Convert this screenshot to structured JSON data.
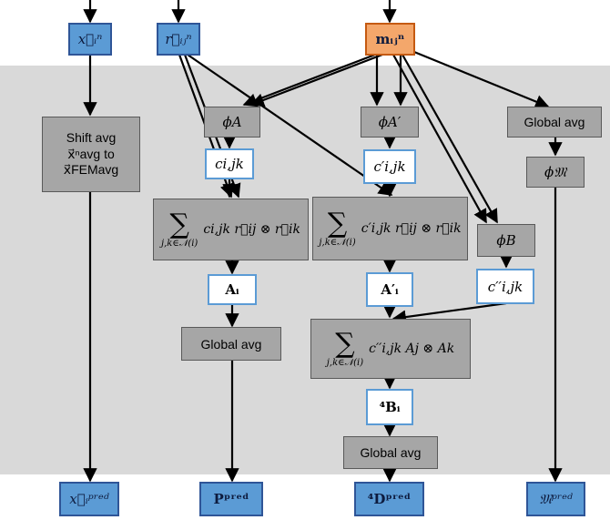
{
  "inputs": {
    "position": "x⃗ᵢⁿ",
    "relative_position": "r⃗ᵢⱼⁿ",
    "material": "mᵢⱼⁿ"
  },
  "blocks": {
    "shift_avg": {
      "line1": "Shift avg",
      "line2": "x⃗ⁿavg to",
      "line3": "x⃗FEMavg"
    },
    "phi_a": "ϕA",
    "phi_a_prime": "ϕA′",
    "phi_b": "ϕB",
    "phi_frak": "ϕ𝔐",
    "global_avg_top": "Global avg",
    "global_avg_left": "Global avg",
    "global_avg_bottom": "Global avg",
    "coef_c": "ci,jk",
    "coef_c_prime": "c′i,jk",
    "coef_c_dprime": "c′′i,jk",
    "sum_1": {
      "sigma": "∑",
      "index": "j,k∈𝒩(i)",
      "term": "ci,jk r⃗ij ⊗ r⃗ik"
    },
    "sum_2": {
      "sigma": "∑",
      "index": "j,k∈𝒩(i)",
      "term": "c′i,jk r⃗ij ⊗ r⃗ik"
    },
    "sum_3": {
      "sigma": "∑",
      "index": "j,k∈𝒩(i)",
      "term": "c′′i,jk Aj ⊗ Ak"
    },
    "a_i": "Aᵢ",
    "a_prime_i": "A′ᵢ",
    "b4_i": "⁴Bᵢ"
  },
  "outputs": {
    "position_pred": "x⃗ᵢᵖʳᵉᵈ",
    "p_pred": "Pᵖʳᵉᵈ",
    "d4_pred": "⁴Dᵖʳᵉᵈ",
    "m_pred": "𝔐ᵖʳᵉᵈ"
  },
  "colors": {
    "band": "#d9d9d9",
    "io_fill": "#5b9bd5",
    "io_border": "#2f5597",
    "highlight_fill": "#f4a76b",
    "highlight_border": "#c55a11",
    "process_fill": "#a6a6a6",
    "coef_border": "#5b9bd5"
  }
}
